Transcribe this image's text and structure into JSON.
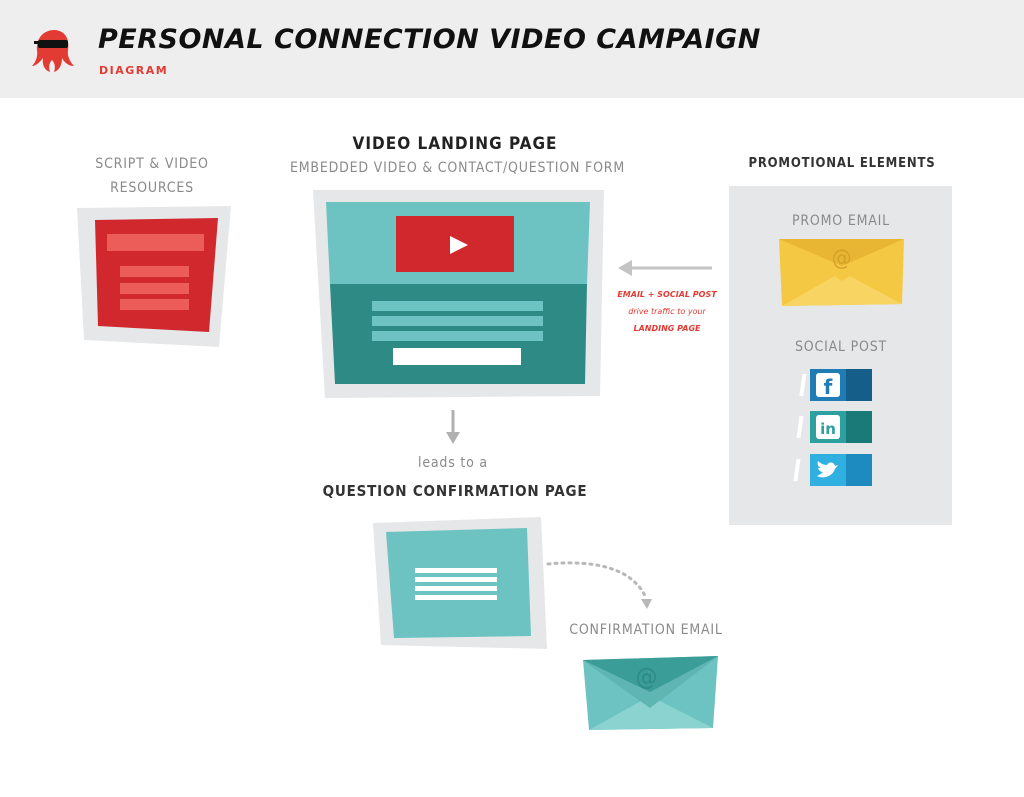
{
  "header": {
    "title": "PERSONAL CONNECTION VIDEO CAMPAIGN",
    "subtitle": "DIAGRAM"
  },
  "script_resources": {
    "line1": "SCRIPT & VIDEO",
    "line2": "RESOURCES"
  },
  "landing_page": {
    "title": "VIDEO LANDING PAGE",
    "subtitle": "EMBEDDED VIDEO & CONTACT/QUESTION FORM"
  },
  "promo": {
    "title": "PROMOTIONAL ELEMENTS",
    "promo_email_label": "PROMO EMAIL",
    "social_post_label": "SOCIAL POST",
    "at_symbol": "@",
    "social_icons": [
      "facebook-icon",
      "linkedin-icon",
      "twitter-icon"
    ]
  },
  "arrow_note": {
    "line1": "EMAIL + SOCIAL POST",
    "line2": "drive traffic to your",
    "line3": "LANDING PAGE"
  },
  "leads_to": {
    "line1": "leads to a",
    "line2": "QUESTION CONFIRMATION PAGE"
  },
  "confirmation_email": {
    "label": "CONFIRMATION EMAIL",
    "at_symbol": "@"
  },
  "colors": {
    "red": "#d0282c",
    "teal": "#6cc3c1",
    "dark_teal": "#2e8a84",
    "yellow": "#f5c844",
    "gray_panel": "#e6e7e8",
    "social_blue": "#1f7cb4"
  }
}
